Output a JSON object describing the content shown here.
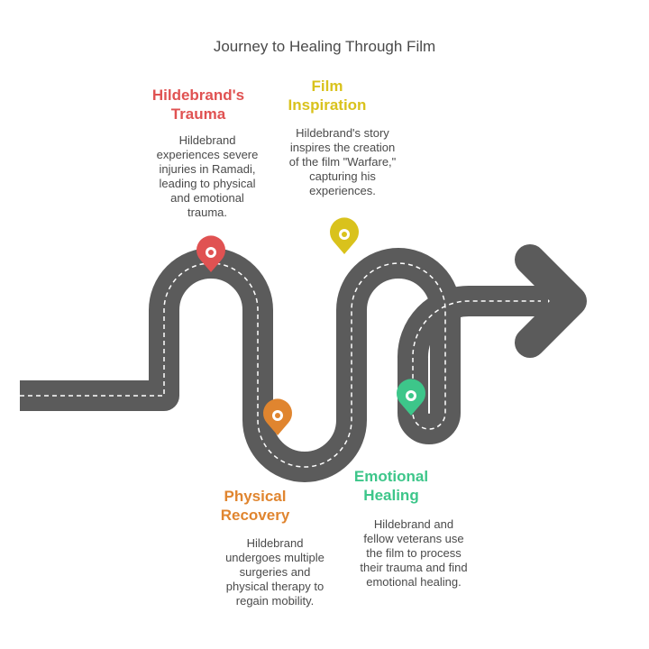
{
  "title": "Journey to Healing Through Film",
  "colors": {
    "road": "#5b5b5b",
    "road_dash": "#ffffff",
    "trauma": "#e05252",
    "inspiration": "#d9c21c",
    "recovery": "#e0852f",
    "healing": "#3dc68a",
    "text": "#4a4a4a"
  },
  "steps": {
    "trauma": {
      "title": "Hildebrand's\nTrauma",
      "description": "Hildebrand\nexperiences severe\ninjuries in Ramadi,\nleading to physical\nand emotional\ntrauma.",
      "icon": "location-pin-icon"
    },
    "inspiration": {
      "title": "Film\nInspiration",
      "description": "Hildebrand's story\ninspires the creation\nof the film \"Warfare,\"\ncapturing his\nexperiences.",
      "icon": "location-pin-icon"
    },
    "recovery": {
      "title": "Physical\nRecovery",
      "description": "Hildebrand\nundergoes multiple\nsurgeries and\nphysical therapy to\nregain mobility.",
      "icon": "location-pin-icon"
    },
    "healing": {
      "title": "Emotional\nHealing",
      "description": "Hildebrand and\nfellow veterans use\nthe film to process\ntheir trauma and find\nemotional healing.",
      "icon": "location-pin-icon"
    }
  }
}
